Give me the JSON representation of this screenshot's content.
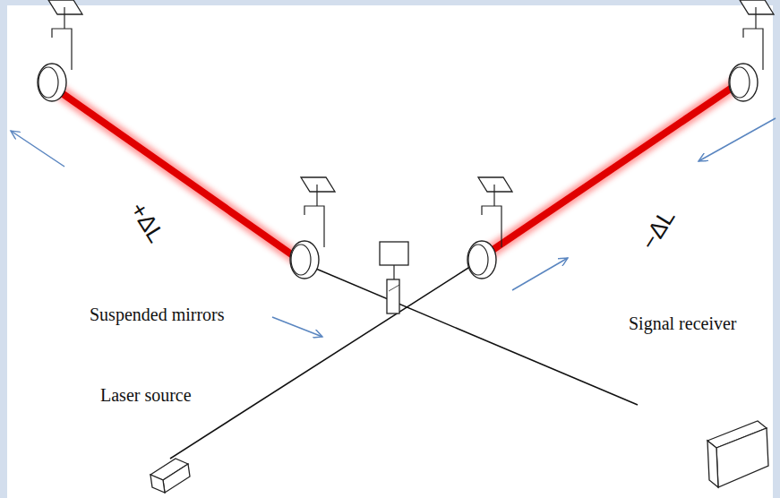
{
  "diagram": {
    "labels": [
      "+ΔL",
      "−ΔL",
      "Suspended mirrors",
      "Signal receiver",
      "Laser source"
    ]
  }
}
